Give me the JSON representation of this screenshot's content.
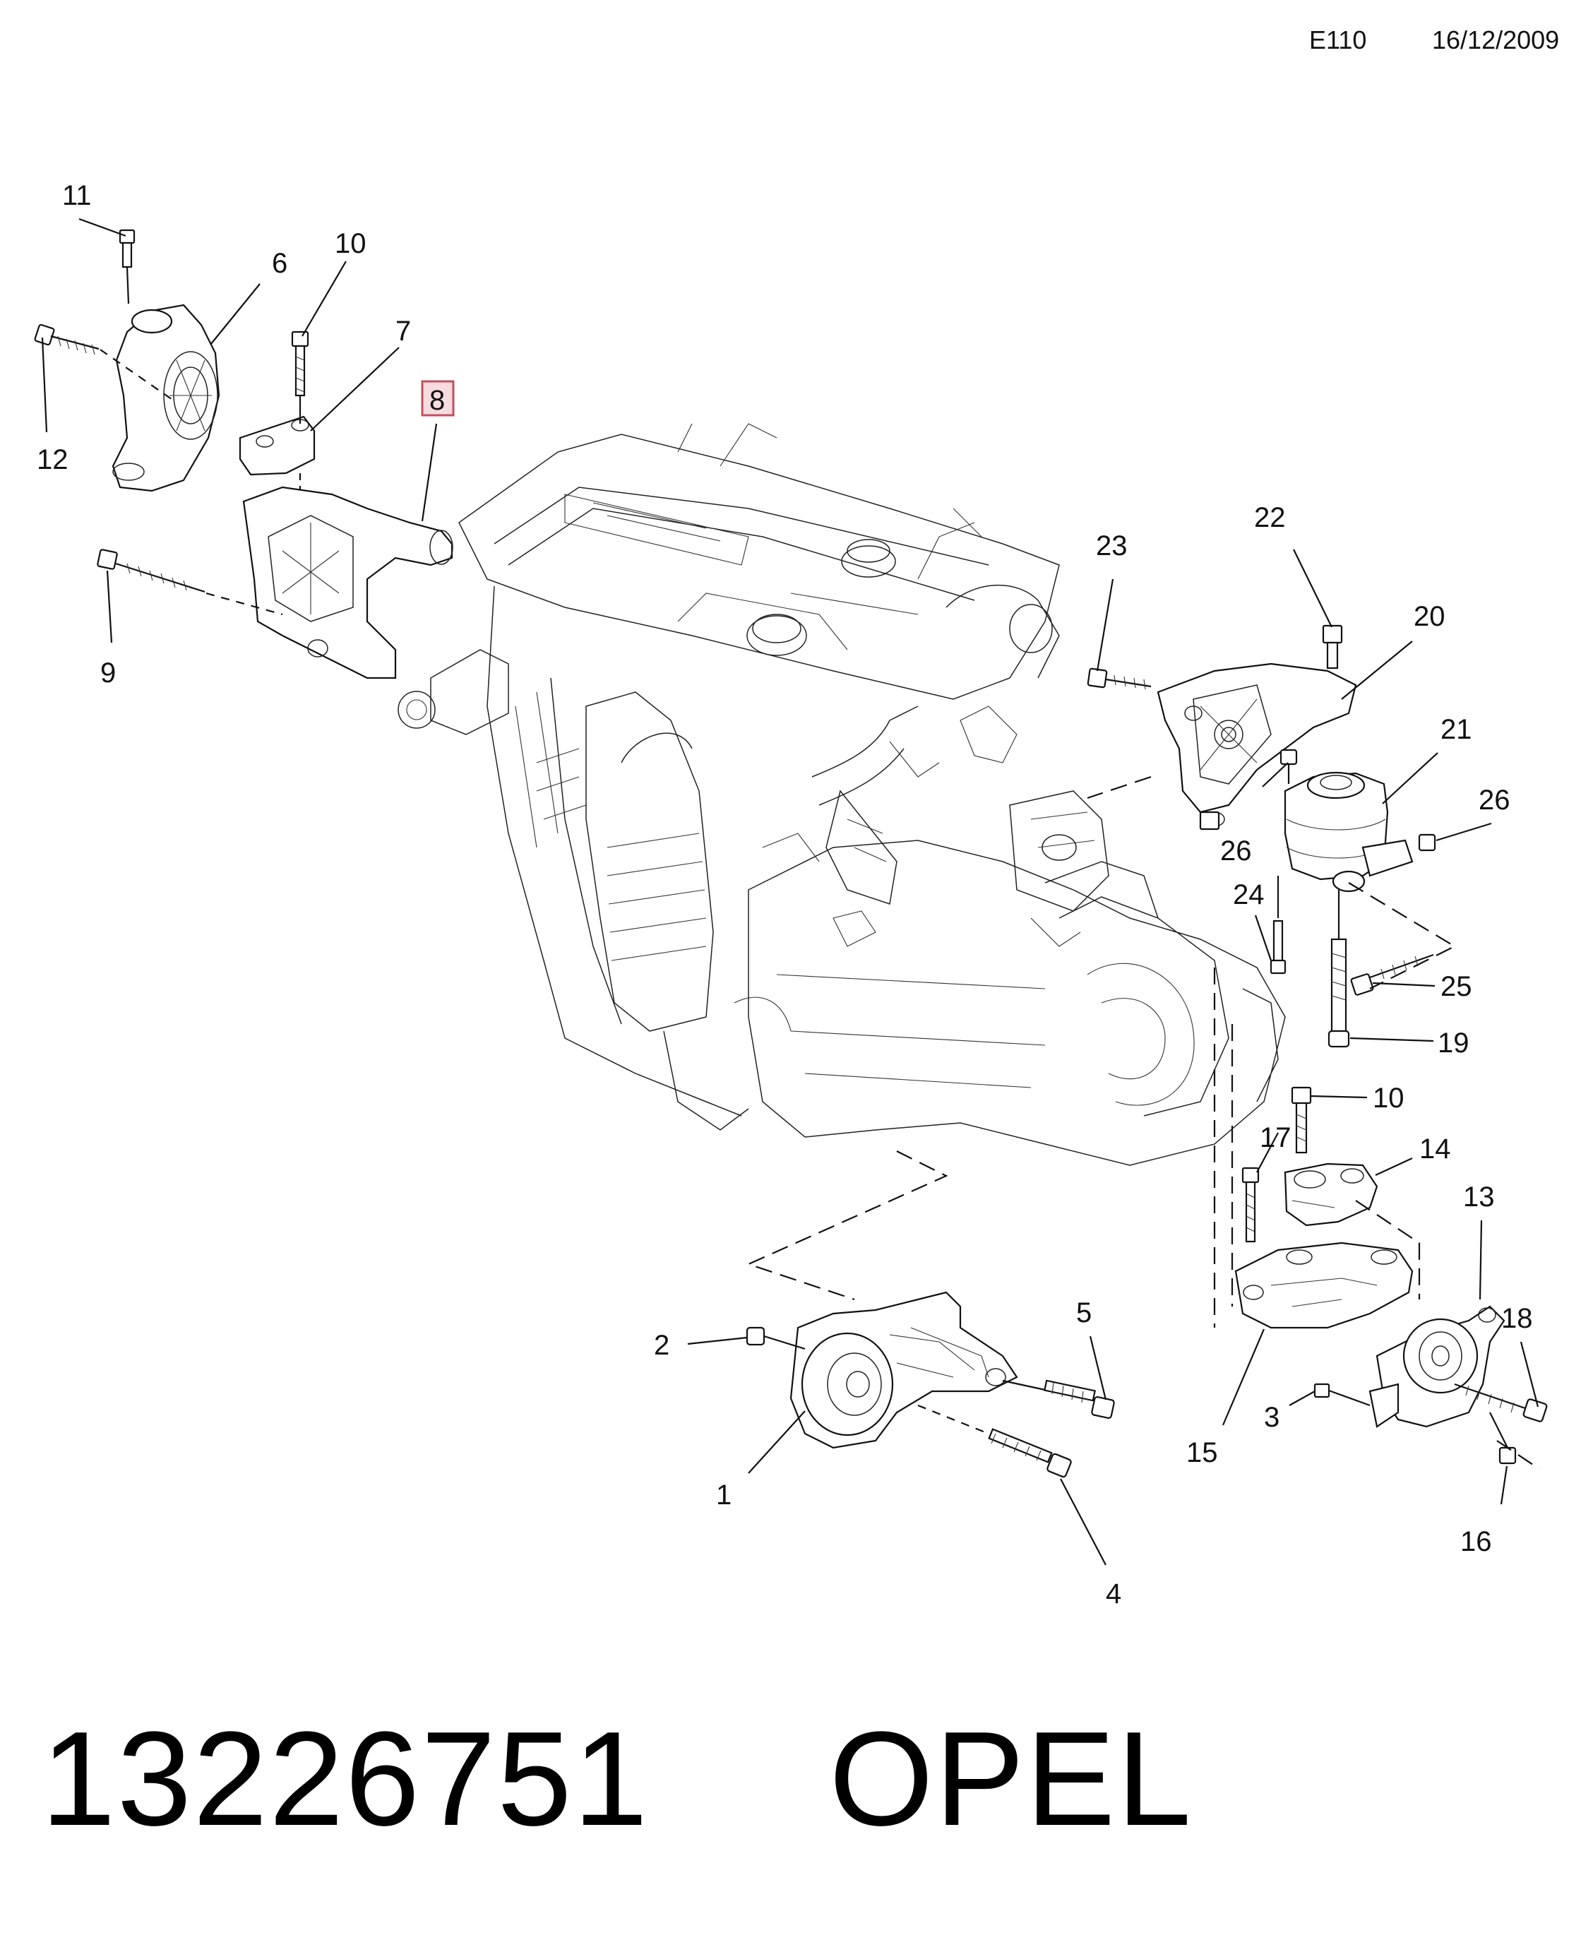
{
  "header": {
    "code": "E110",
    "date": "16/12/2009"
  },
  "callouts": [
    {
      "id": "c11",
      "text": "11"
    },
    {
      "id": "c6",
      "text": "6"
    },
    {
      "id": "c10a",
      "text": "10"
    },
    {
      "id": "c7",
      "text": "7"
    },
    {
      "id": "c8",
      "text": "8",
      "highlighted": true
    },
    {
      "id": "c12",
      "text": "12"
    },
    {
      "id": "c9",
      "text": "9"
    },
    {
      "id": "c23",
      "text": "23"
    },
    {
      "id": "c22",
      "text": "22"
    },
    {
      "id": "c20",
      "text": "20"
    },
    {
      "id": "c21",
      "text": "21"
    },
    {
      "id": "c26a",
      "text": "26"
    },
    {
      "id": "c26b",
      "text": "26"
    },
    {
      "id": "c24",
      "text": "24"
    },
    {
      "id": "c25",
      "text": "25"
    },
    {
      "id": "c19",
      "text": "19"
    },
    {
      "id": "c10b",
      "text": "10"
    },
    {
      "id": "c17",
      "text": "17"
    },
    {
      "id": "c14",
      "text": "14"
    },
    {
      "id": "c13",
      "text": "13"
    },
    {
      "id": "c18",
      "text": "18"
    },
    {
      "id": "c5",
      "text": "5"
    },
    {
      "id": "c2",
      "text": "2"
    },
    {
      "id": "c1",
      "text": "1"
    },
    {
      "id": "c3",
      "text": "3"
    },
    {
      "id": "c15",
      "text": "15"
    },
    {
      "id": "c16",
      "text": "16"
    },
    {
      "id": "c4",
      "text": "4"
    }
  ],
  "footer": {
    "part_number": "13226751",
    "brand": "OPEL"
  },
  "colors": {
    "highlight_fill": "#f7dbe0",
    "highlight_stroke": "#c4505e",
    "ink": "#111111"
  }
}
